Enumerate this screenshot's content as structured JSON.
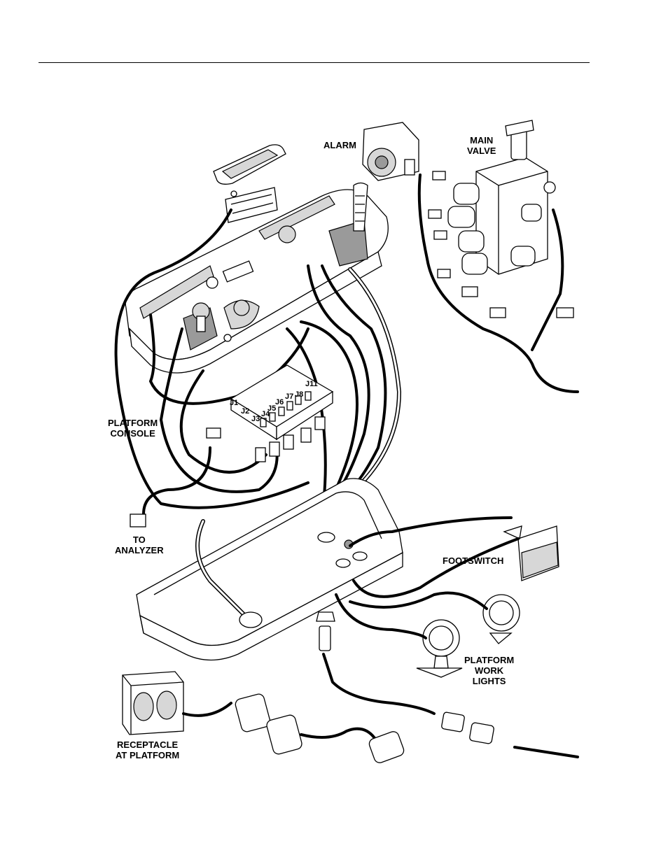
{
  "labels": {
    "alarm": "ALARM",
    "main_valve": [
      "MAIN",
      "VALVE"
    ],
    "platform_console": [
      "PLATFORM",
      "CONSOLE"
    ],
    "to_analyzer": [
      "TO",
      "ANALYZER"
    ],
    "footswitch": "FOOTSWITCH",
    "platform_work_lights": [
      "PLATFORM",
      "WORK",
      "LIGHTS"
    ],
    "receptacle": [
      "RECEPTACLE",
      "AT PLATFORM"
    ]
  },
  "connectors": [
    "J1",
    "J2",
    "J3",
    "J4",
    "J5",
    "J6",
    "J7",
    "J8",
    "J11"
  ],
  "colors": {
    "ink": "#000000",
    "panel": "#e8e8e8",
    "shade": "#bdbdbd",
    "paper": "#ffffff"
  }
}
